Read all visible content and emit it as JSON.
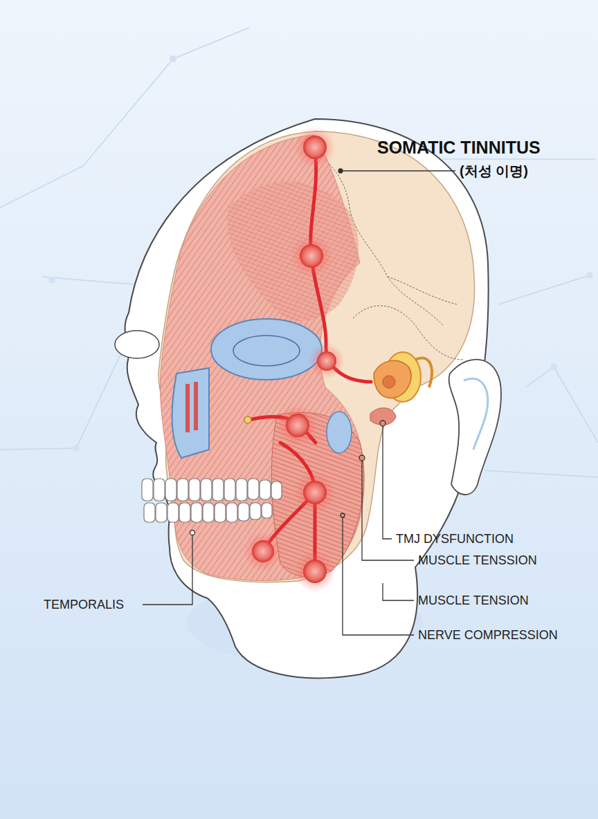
{
  "diagram": {
    "title": "SOMATIC TINNITUS",
    "labels": [
      "(처성 이명)",
      "TMJ DYSFUNCTION",
      "MUSCLE TENSSION",
      "MUSCLE TENSION",
      "TEMPORALIS",
      "NERVE COMPRESSION"
    ]
  }
}
